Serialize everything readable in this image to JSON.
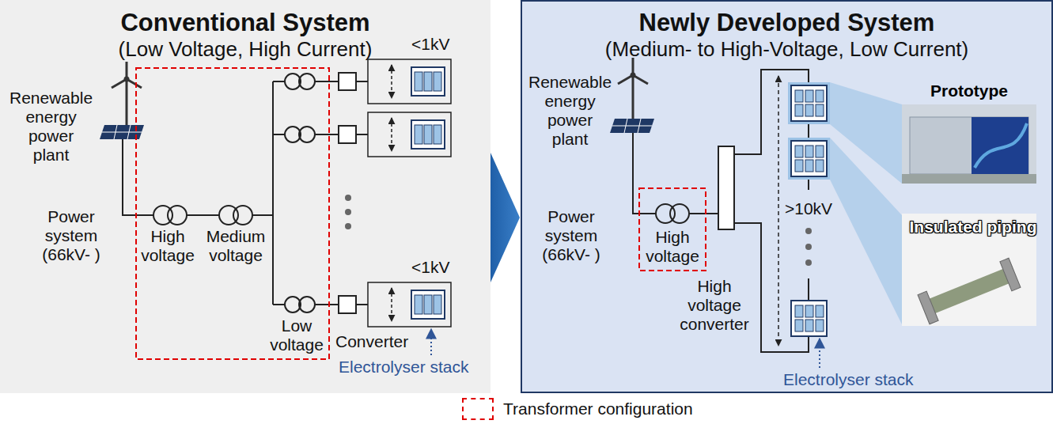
{
  "diagram": {
    "nodes": [
      {
        "text": [
          "Conventional System",
          "(Low Voltage, High Current)"
        ]
      },
      {
        "text": [
          "Newly Developed System",
          "(Medium- to High-Voltage, Low Current)"
        ]
      },
      {
        "text": [
          "Prototype"
        ],
        "in": 1
      },
      {
        "text": [
          "Insulated piping"
        ],
        "in": 1
      }
    ],
    "edges": [
      {
        "from": 0,
        "to": 1,
        "arrow": "to"
      }
    ],
    "labels": [
      "Renewable energy power plant",
      "Power system (66kV- )",
      "High voltage",
      "Medium voltage",
      "<1kV",
      "<1kV",
      "Low voltage",
      "Converter",
      "Electrolyser stack",
      "Renewable energy power plant",
      "Power system (66kV- )",
      "High voltage",
      "High voltage converter",
      ">10kV",
      "Electrolyser stack"
    ],
    "legend": [
      {
        "text": "Transformer configuration"
      }
    ]
  }
}
